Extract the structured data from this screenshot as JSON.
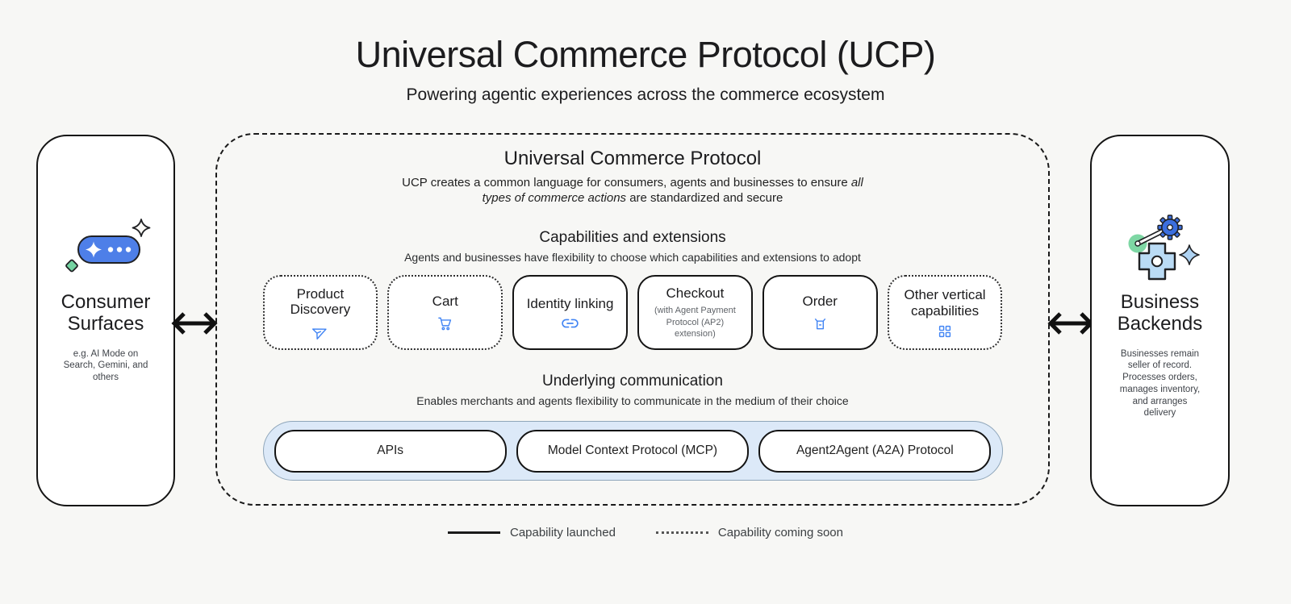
{
  "page": {
    "title": "Universal Commerce Protocol (UCP)",
    "subtitle": "Powering agentic experiences across the commerce ecosystem"
  },
  "consumer_card": {
    "title": "Consumer Surfaces",
    "description": "e.g. AI Mode on Search, Gemini, and others",
    "icon": "ai-chat-pill-illustration"
  },
  "business_card": {
    "title": "Business Backends",
    "description": "Businesses remain seller of record. Processes orders, manages inventory, and arranges delivery",
    "icon": "gears-illustration"
  },
  "ucp_panel": {
    "title": "Universal Commerce Protocol",
    "description": {
      "prefix": "UCP creates a common language for consumers, agents and businesses to ensure ",
      "emphasis": "all types of commerce actions",
      "suffix": " are standardized and secure"
    },
    "capabilities": {
      "title": "Capabilities and extensions",
      "subtitle": "Agents and businesses have flexibility to choose which capabilities and extensions to adopt",
      "items": [
        {
          "label": "Product Discovery",
          "status": "coming-soon",
          "icon": "send-icon"
        },
        {
          "label": "Cart",
          "status": "coming-soon",
          "icon": "cart-icon"
        },
        {
          "label": "Identity linking",
          "status": "launched",
          "icon": "link-icon"
        },
        {
          "label": "Checkout",
          "sublabel": "(with Agent Payment Protocol (AP2) extension)",
          "status": "launched",
          "icon": ""
        },
        {
          "label": "Order",
          "status": "launched",
          "icon": "basket-icon"
        },
        {
          "label": "Other vertical capabilities",
          "status": "coming-soon",
          "icon": "grid-icon"
        }
      ]
    },
    "communication": {
      "title": "Underlying communication",
      "subtitle": "Enables merchants and agents flexibility to communicate in the medium of their choice",
      "protocols": [
        "APIs",
        "Model Context Protocol (MCP)",
        "Agent2Agent (A2A) Protocol"
      ]
    }
  },
  "legend": {
    "launched": "Capability launched",
    "coming_soon": "Capability coming soon"
  },
  "colors": {
    "background": "#f7f7f5",
    "card_border": "#141414",
    "accent_blue": "#4285f4",
    "pill_blue": "#4e7fe8",
    "band_blue": "#dce9f8",
    "green": "#74d4a2",
    "muted_text": "#5f6368"
  }
}
